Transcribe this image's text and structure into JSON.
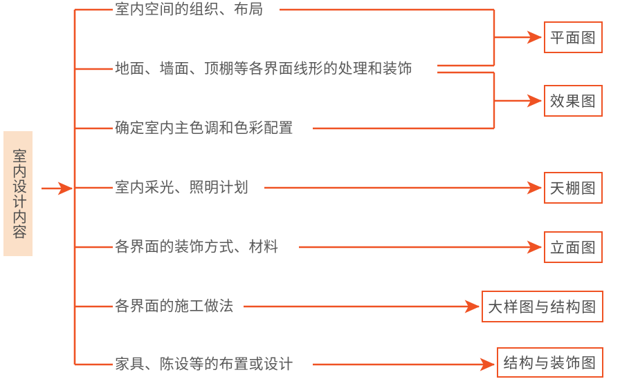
{
  "diagram": {
    "title_vertical": "室内设计内容",
    "accent_color": "#ef5223",
    "label_bg_color": "#fbe0c8",
    "text_color": "#595959",
    "branches": [
      {
        "label": "室内空间的组织、布局"
      },
      {
        "label": "地面、墙面、顶棚等各界面线形的处理和装饰"
      },
      {
        "label": "确定室内主色调和色彩配置"
      },
      {
        "label": "室内采光、照明计划"
      },
      {
        "label": "各界面的装饰方式、材料"
      },
      {
        "label": "各界面的施工做法"
      },
      {
        "label": "家具、陈设等的布置或设计"
      }
    ],
    "outputs": [
      {
        "label": "平面图"
      },
      {
        "label": "效果图"
      },
      {
        "label": "天棚图"
      },
      {
        "label": "立面图"
      },
      {
        "label": "大样图与结构图"
      },
      {
        "label": "结构与装饰图"
      }
    ]
  }
}
